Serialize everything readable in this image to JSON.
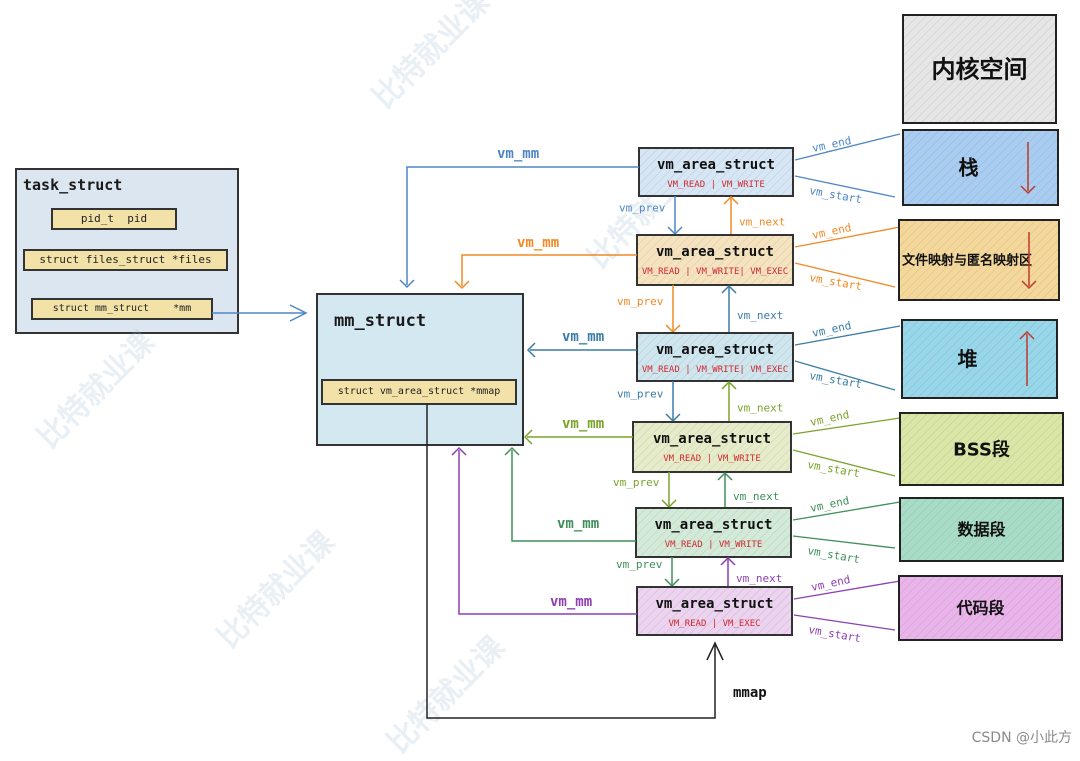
{
  "task_struct": {
    "title": "task_struct",
    "fields": [
      "pid_t  pid",
      "struct files_struct *files",
      "struct mm_struct    *mm"
    ]
  },
  "mm_struct": {
    "title": "mm_struct",
    "field": "struct vm_area_struct *mmap"
  },
  "vm_areas": [
    {
      "title": "vm_area_struct",
      "flags": "VM_READ | VM_WRITE",
      "color": "#4f86c6",
      "fill": "#d6e6f5"
    },
    {
      "title": "vm_area_struct",
      "flags": "VM_READ | VM_WRITE| VM_EXEC",
      "color": "#f08a24",
      "fill": "#f5e3c0"
    },
    {
      "title": "vm_area_struct",
      "flags": "VM_READ | VM_WRITE| VM_EXEC",
      "color": "#3a7ca5",
      "fill": "#cfe6ef"
    },
    {
      "title": "vm_area_struct",
      "flags": "VM_READ | VM_WRITE",
      "color": "#7aa32b",
      "fill": "#e6ecc9"
    },
    {
      "title": "vm_area_struct",
      "flags": "VM_READ | VM_WRITE",
      "color": "#3f8f5a",
      "fill": "#d3ead8"
    },
    {
      "title": "vm_area_struct",
      "flags": "VM_READ | VM_EXEC",
      "color": "#8e3fb0",
      "fill": "#ecd3ef"
    }
  ],
  "labels": {
    "vm_mm": "vm_mm",
    "vm_prev": "vm_prev",
    "vm_next": "vm_next",
    "vm_end": "vm_end",
    "vm_start": "vm_start",
    "mmap": "mmap"
  },
  "segments": [
    {
      "label": "内核空间",
      "fill": "#e6e6e6",
      "arrow": "none"
    },
    {
      "label": "栈",
      "fill": "#a9cdf0",
      "arrow": "down"
    },
    {
      "label": "文件映射与匿名映射区",
      "fill": "#f4d79a",
      "arrow": "down"
    },
    {
      "label": "堆",
      "fill": "#98d6ea",
      "arrow": "up"
    },
    {
      "label": "BSS段",
      "fill": "#d9e6a6",
      "arrow": "none"
    },
    {
      "label": "数据段",
      "fill": "#a9dcc6",
      "arrow": "none"
    },
    {
      "label": "代码段",
      "fill": "#e9b4ea",
      "arrow": "none"
    }
  ],
  "watermark": "比特就业课",
  "credit": "CSDN @小此方"
}
